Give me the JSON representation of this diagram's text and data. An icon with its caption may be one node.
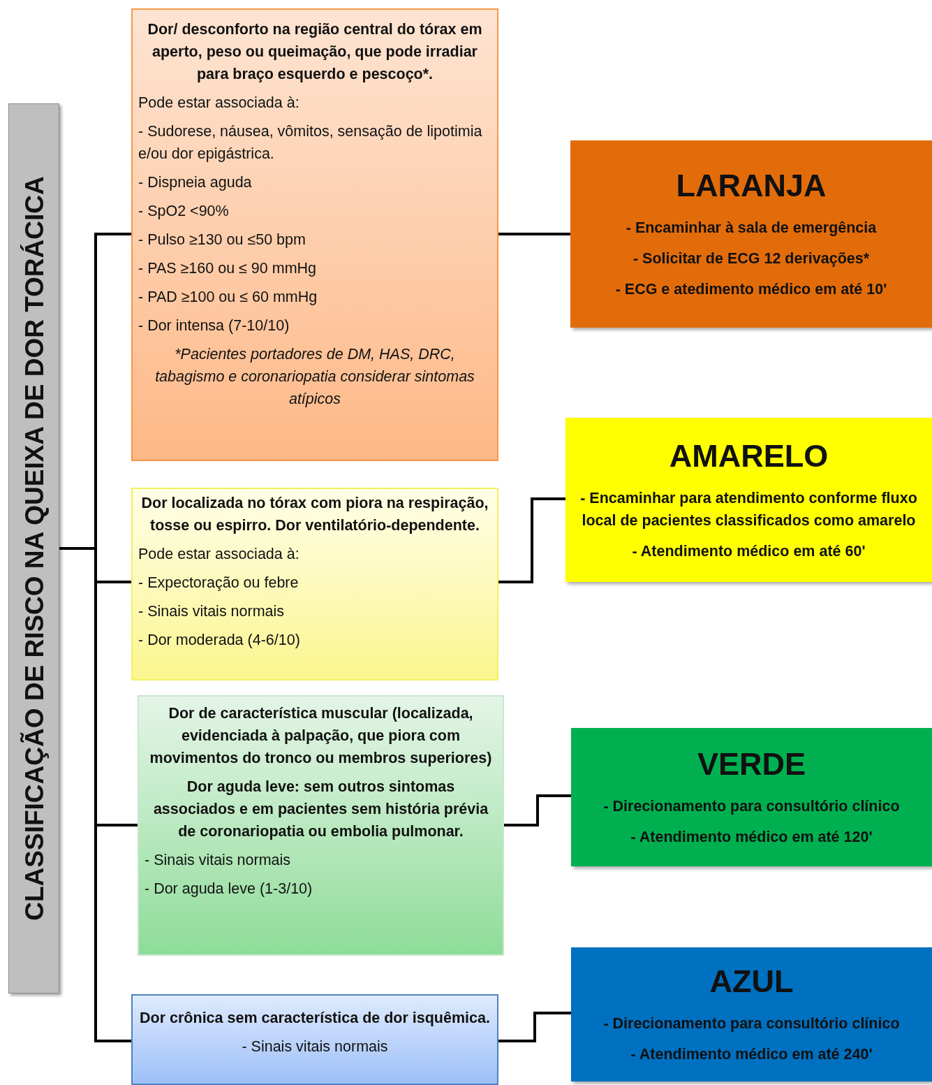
{
  "diagram": {
    "nodes": [
      {
        "text": [
          "CLASSIFICAÇÃO DE RISCO NA QUEIXA DE DOR TORÁCICA"
        ]
      },
      {
        "text": [
          "Dor/ desconforto na região central do tórax em aperto, peso ou queimação, que pode irradiar para braço esquerdo e pescoço*.",
          "Pode estar associada à:",
          "- Sudorese, náusea, vômitos, sensação de lipotimia e/ou dor epigástrica.",
          "- Dispneia aguda",
          "- SpO2 <90%",
          "- Pulso ≥130 ou ≤50 bpm",
          "- PAS ≥160 ou ≤ 90 mmHg",
          "- PAD ≥100 ou ≤ 60 mmHg",
          "- Dor intensa (7-10/10)",
          "*Pacientes portadores de DM, HAS, DRC, tabagismo e coronariopatia considerar sintomas atípicos"
        ]
      },
      {
        "text": [
          "LARANJA",
          "- Encaminhar à sala de emergência",
          "- Solicitar de ECG 12 derivações*",
          "- ECG e atedimento médico em até 10'"
        ]
      },
      {
        "text": [
          "Dor localizada no tórax com piora na respiração, tosse ou espirro. Dor ventilatório-dependente.",
          "Pode estar associada à:",
          "- Expectoração ou febre",
          "- Sinais vitais normais",
          "- Dor moderada (4-6/10)"
        ]
      },
      {
        "text": [
          "AMARELO",
          "- Encaminhar para atendimento conforme fluxo local de pacientes classificados como amarelo",
          "-  Atendimento médico em até 60'"
        ]
      },
      {
        "text": [
          "Dor de característica muscular (localizada, evidenciada à palpação, que piora com movimentos do tronco ou membros superiores)",
          "Dor aguda leve: sem outros sintomas associados e em pacientes sem história prévia de coronariopatia ou embolia pulmonar.",
          "- Sinais vitais normais",
          "- Dor aguda leve (1-3/10)"
        ]
      },
      {
        "text": [
          "VERDE",
          "- Direcionamento para consultório clínico",
          "- Atendimento médico em até 120'"
        ]
      },
      {
        "text": [
          "Dor crônica sem característica de dor isquêmica.",
          "- Sinais vitais normais"
        ]
      },
      {
        "text": [
          "AZUL",
          "- Direcionamento para consultório clínico",
          "- Atendimento médico em até 240'"
        ]
      }
    ],
    "edges": [
      {
        "from": 0,
        "to": 1,
        "arrow": "none"
      },
      {
        "from": 0,
        "to": 3,
        "arrow": "none"
      },
      {
        "from": 0,
        "to": 5,
        "arrow": "none"
      },
      {
        "from": 0,
        "to": 7,
        "arrow": "none"
      },
      {
        "from": 1,
        "to": 2,
        "arrow": "none"
      },
      {
        "from": 3,
        "to": 4,
        "arrow": "none"
      },
      {
        "from": 5,
        "to": 6,
        "arrow": "none"
      },
      {
        "from": 7,
        "to": 8,
        "arrow": "none"
      }
    ]
  }
}
